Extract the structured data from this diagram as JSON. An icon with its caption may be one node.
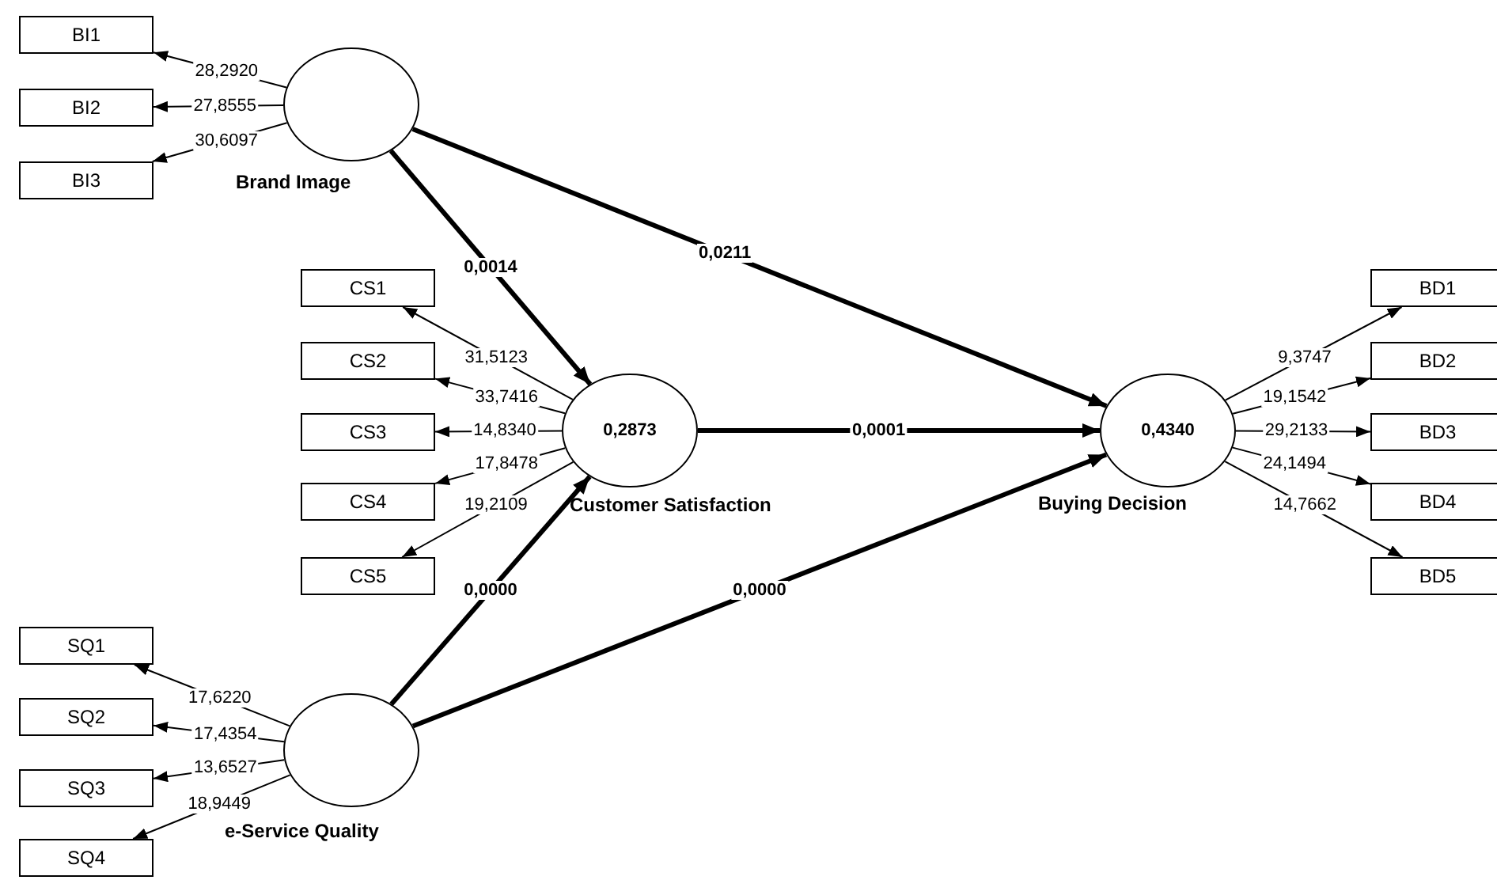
{
  "diagram": {
    "nodes": [
      {
        "text": [
          "BI1"
        ]
      },
      {
        "text": [
          "BI2"
        ]
      },
      {
        "text": [
          "BI3"
        ]
      },
      {
        "text": [
          "Brand Image"
        ]
      },
      {
        "text": [
          "CS1"
        ]
      },
      {
        "text": [
          "CS2"
        ]
      },
      {
        "text": [
          "CS3"
        ]
      },
      {
        "text": [
          "CS4"
        ]
      },
      {
        "text": [
          "CS5"
        ]
      },
      {
        "text": [
          "0,2873",
          "Customer Satisfaction"
        ]
      },
      {
        "text": [
          "0,4340",
          "Buying Decision"
        ]
      },
      {
        "text": [
          "BD1"
        ]
      },
      {
        "text": [
          "BD2"
        ]
      },
      {
        "text": [
          "BD3"
        ]
      },
      {
        "text": [
          "BD4"
        ]
      },
      {
        "text": [
          "BD5"
        ]
      },
      {
        "text": [
          "SQ1"
        ]
      },
      {
        "text": [
          "SQ2"
        ]
      },
      {
        "text": [
          "SQ3"
        ]
      },
      {
        "text": [
          "SQ4"
        ]
      },
      {
        "text": [
          "e-Service Quality"
        ]
      }
    ],
    "edges": [
      {
        "from": 3,
        "to": 0,
        "arrow": "to",
        "label": "28,2920"
      },
      {
        "from": 3,
        "to": 1,
        "arrow": "to",
        "label": "27,8555"
      },
      {
        "from": 3,
        "to": 2,
        "arrow": "to",
        "label": "30,6097"
      },
      {
        "from": 9,
        "to": 4,
        "arrow": "to",
        "label": "31,5123"
      },
      {
        "from": 9,
        "to": 5,
        "arrow": "to",
        "label": "33,7416"
      },
      {
        "from": 9,
        "to": 6,
        "arrow": "to",
        "label": "14,8340"
      },
      {
        "from": 9,
        "to": 7,
        "arrow": "to",
        "label": "17,8478"
      },
      {
        "from": 9,
        "to": 8,
        "arrow": "to",
        "label": "19,2109"
      },
      {
        "from": 10,
        "to": 11,
        "arrow": "to",
        "label": "9,3747"
      },
      {
        "from": 10,
        "to": 12,
        "arrow": "to",
        "label": "19,1542"
      },
      {
        "from": 10,
        "to": 13,
        "arrow": "to",
        "label": "29,2133"
      },
      {
        "from": 10,
        "to": 14,
        "arrow": "to",
        "label": "24,1494"
      },
      {
        "from": 10,
        "to": 15,
        "arrow": "to",
        "label": "14,7662"
      },
      {
        "from": 20,
        "to": 16,
        "arrow": "to",
        "label": "17,6220"
      },
      {
        "from": 20,
        "to": 17,
        "arrow": "to",
        "label": "17,4354"
      },
      {
        "from": 20,
        "to": 18,
        "arrow": "to",
        "label": "13,6527"
      },
      {
        "from": 20,
        "to": 19,
        "arrow": "to",
        "label": "18,9449"
      },
      {
        "from": 3,
        "to": 9,
        "arrow": "to",
        "label": "0,0014",
        "style": "thick"
      },
      {
        "from": 3,
        "to": 10,
        "arrow": "to",
        "label": "0,0211",
        "style": "thick"
      },
      {
        "from": 9,
        "to": 10,
        "arrow": "to",
        "label": "0,0001",
        "style": "thick"
      },
      {
        "from": 20,
        "to": 9,
        "arrow": "to",
        "label": "0,0000",
        "style": "thick"
      },
      {
        "from": 20,
        "to": 10,
        "arrow": "to",
        "label": "0,0000",
        "style": "thick"
      }
    ]
  }
}
